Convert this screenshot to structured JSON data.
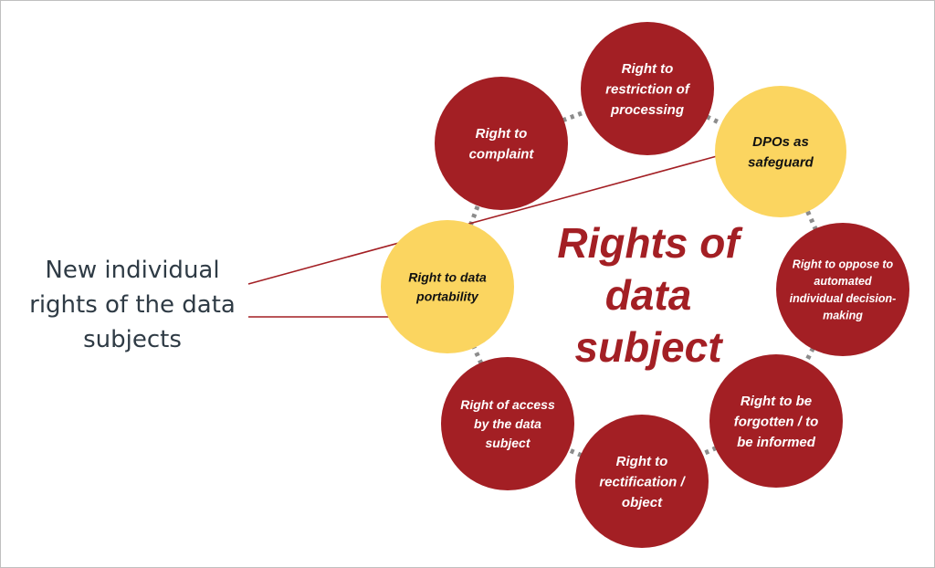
{
  "colors": {
    "red_node": "#a31f24",
    "yellow_node": "#fbd560",
    "connector": "#8c8c8c",
    "arrow": "#a31f24",
    "label_text": "#2f3b45"
  },
  "left_label": "New individual rights of the data subjects",
  "center_title": "Rights of data subject",
  "nodes": [
    {
      "id": "restriction",
      "kind": "red",
      "lines": [
        "Right to",
        "restriction of",
        "processing"
      ]
    },
    {
      "id": "complaint",
      "kind": "red",
      "lines": [
        "Right to",
        "complaint"
      ]
    },
    {
      "id": "dpo",
      "kind": "yellow",
      "lines": [
        "DPOs as",
        "safeguard"
      ]
    },
    {
      "id": "portability",
      "kind": "yellow",
      "lines": [
        "Right to data",
        "portability"
      ]
    },
    {
      "id": "oppose",
      "kind": "red",
      "lines": [
        "Right to oppose to",
        "automated",
        "individual decision-",
        "making"
      ]
    },
    {
      "id": "access",
      "kind": "red",
      "lines": [
        "Right of access",
        "by the data",
        "subject"
      ]
    },
    {
      "id": "forgotten",
      "kind": "red",
      "lines": [
        "Right to be",
        "forgotten / to",
        "be informed"
      ]
    },
    {
      "id": "rectification",
      "kind": "red",
      "lines": [
        "Right to",
        "rectification /",
        "object"
      ]
    }
  ]
}
